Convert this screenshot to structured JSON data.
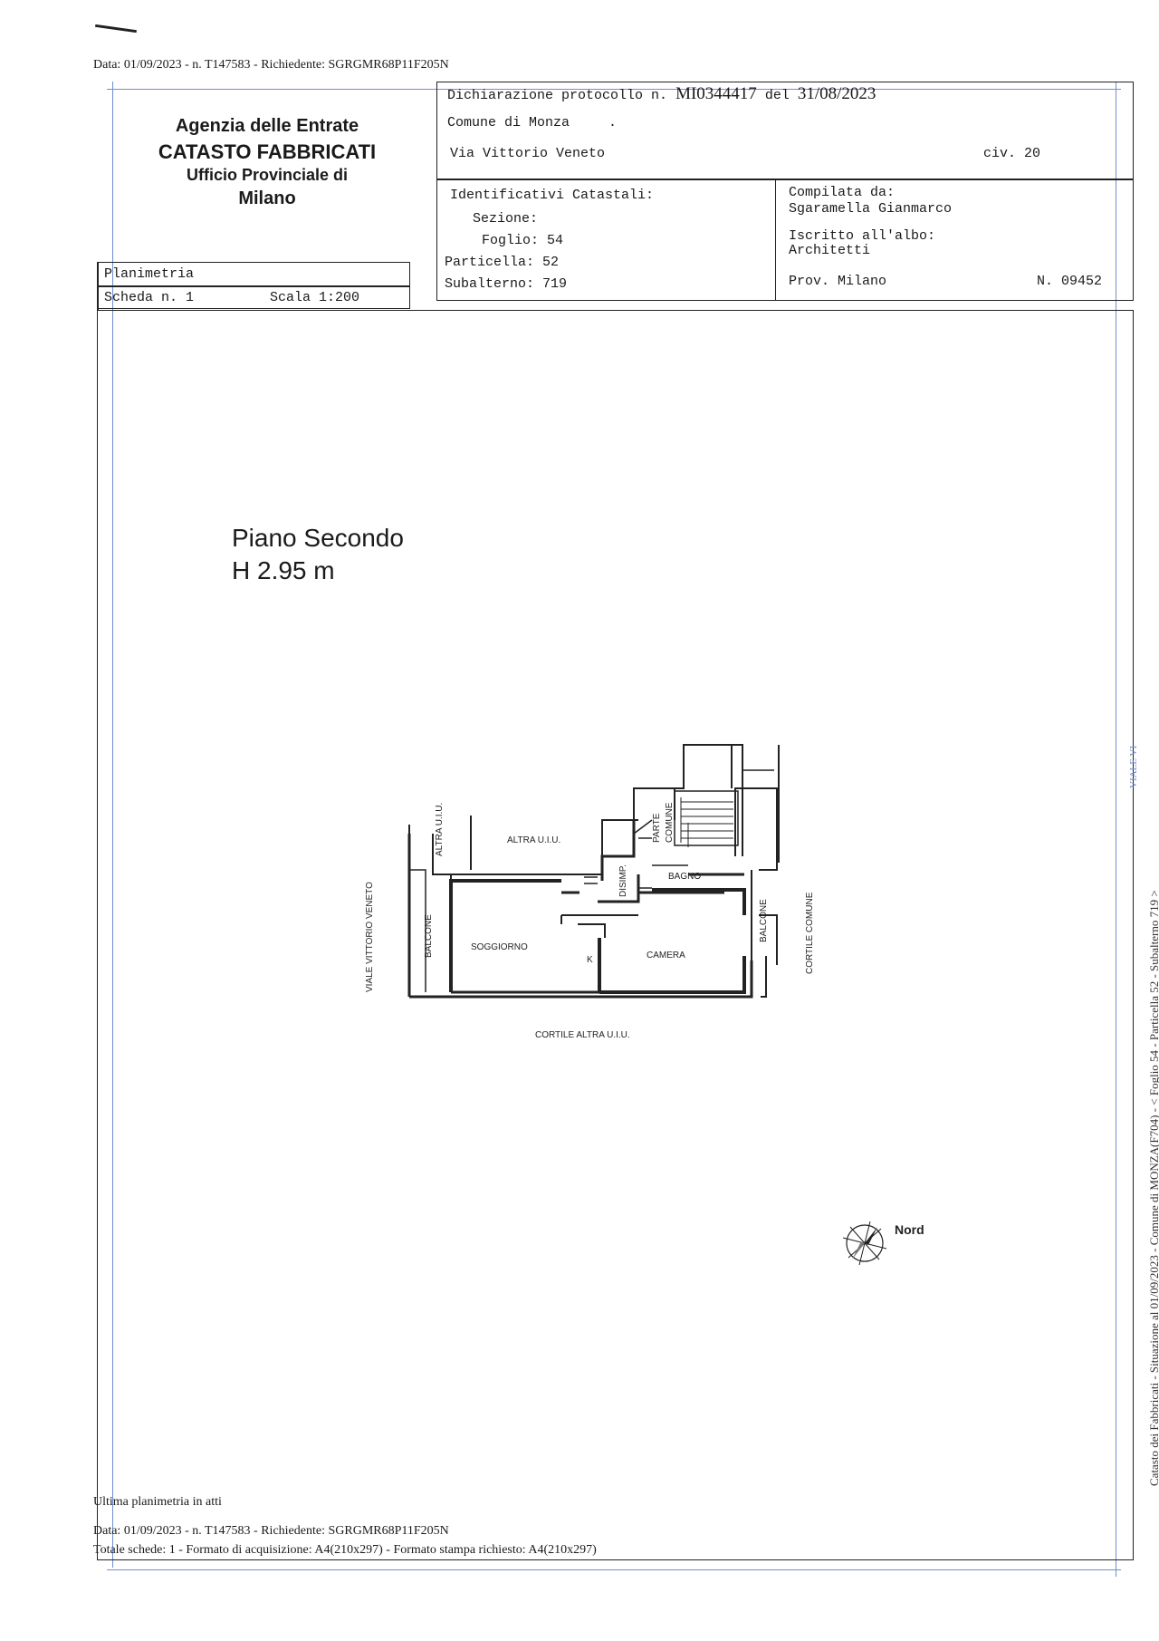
{
  "header": {
    "top_line": "Data: 01/09/2023 - n. T147583 - Richiedente: SGRGMR68P11F205N"
  },
  "agency": {
    "line1": "Agenzia delle Entrate",
    "line2": "CATASTO FABBRICATI",
    "line3": "Ufficio Provinciale di",
    "line4": "Milano"
  },
  "scheda": {
    "title": "Planimetria",
    "scheda": "Scheda n. 1",
    "scala": "Scala 1:200"
  },
  "declaration": {
    "label": "Dichiarazione protocollo n.",
    "number": "MI0344417",
    "del": "del",
    "date": "31/08/2023",
    "comune": "Comune di Monza",
    "address": "Via Vittorio Veneto",
    "civ": "civ. 20"
  },
  "identificativi": {
    "title": "Identificativi Catastali:",
    "sezione": "Sezione:",
    "foglio": "Foglio: 54",
    "particella": "Particella: 52",
    "subalterno": "Subalterno: 719"
  },
  "compilata": {
    "title": "Compilata da:",
    "name": "Sgaramella Gianmarco",
    "iscritto": "Iscritto all'albo:",
    "albo": "Architetti",
    "prov": "Prov. Milano",
    "num": "N. 09452"
  },
  "plan": {
    "floor": "Piano Secondo",
    "height": "H 2.95 m",
    "labels": {
      "altra_uiu_v": "ALTRA U.I.U.",
      "altra_uiu_h": "ALTRA U.I.U.",
      "parte": "PARTE",
      "comune": "COMUNE",
      "disimp": "DISIMP.",
      "bagno": "BAGNO",
      "viale": "VIALE VITTORIO VENETO",
      "balcone_left": "BALCONE",
      "soggiorno": "SOGGIORNO",
      "k": "K",
      "camera": "CAMERA",
      "balcone_right": "BALCONE",
      "cortile_comune": "CORTILE COMUNE",
      "cortile_altra": "CORTILE ALTRA U.I.U."
    },
    "north": "Nord"
  },
  "footer": {
    "ultima": "Ultima planimetria in atti",
    "data": "Data: 01/09/2023 - n. T147583 - Richiedente: SGRGMR68P11F205N",
    "totale": "Totale schede: 1 - Formato di acquisizione: A4(210x297)  - Formato stampa richiesto: A4(210x297)"
  },
  "side_text": "Catasto dei Fabbricati - Situazione al 01/09/2023 - Comune di MONZA(F704) - < Foglio 54 - Particella 52 - Subalterno 719 >",
  "stamp": "VIALE VI"
}
